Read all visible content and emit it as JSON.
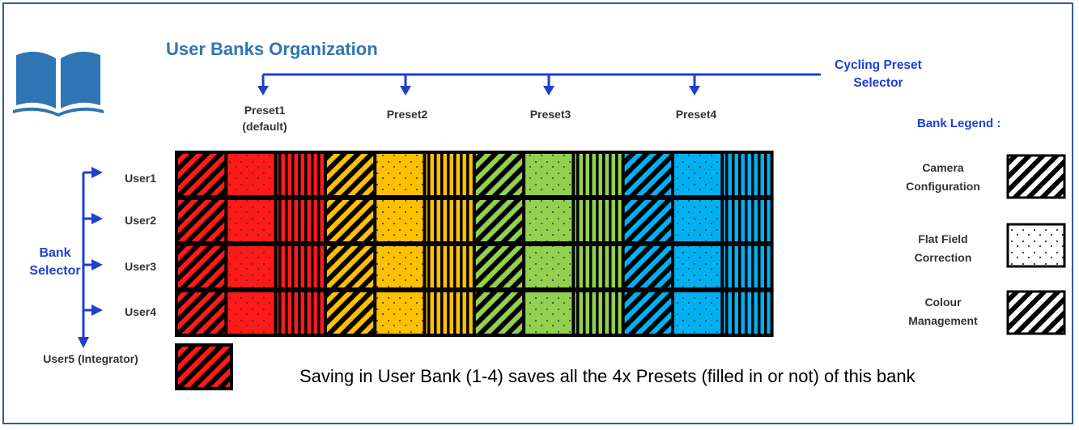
{
  "title": "User Banks Organization",
  "cycling_selector": [
    "Cycling Preset",
    "Selector"
  ],
  "presets": [
    {
      "line1": "Preset1",
      "line2": "(default)"
    },
    {
      "line1": "Preset2",
      "line2": ""
    },
    {
      "line1": "Preset3",
      "line2": ""
    },
    {
      "line1": "Preset4",
      "line2": ""
    }
  ],
  "bank_selector": [
    "Bank",
    "Selector"
  ],
  "users": [
    "User1",
    "User2",
    "User3",
    "User4"
  ],
  "integrator": "User5 (Integrator)",
  "legend": {
    "title": "Bank Legend :",
    "items": [
      {
        "line1": "Camera",
        "line2": "Configuration",
        "pattern": "diagonal"
      },
      {
        "line1": "Flat Field",
        "line2": "Correction",
        "pattern": "dots"
      },
      {
        "line1": "Colour",
        "line2": "Management",
        "pattern": "diagonal"
      }
    ]
  },
  "note": "Saving in User Bank (1-4) saves all the 4x Presets (filled in or not) of this bank",
  "colors": {
    "frame": "#2f5e97",
    "title": "#2e75b6",
    "selector_blue": "#1f3fd1",
    "preset_colors": [
      "#ff1a1a",
      "#ffc000",
      "#92d050",
      "#00b0f0"
    ]
  },
  "cell_patterns": [
    "diagonal",
    "dots",
    "vertical"
  ],
  "icon": "open-book-icon"
}
